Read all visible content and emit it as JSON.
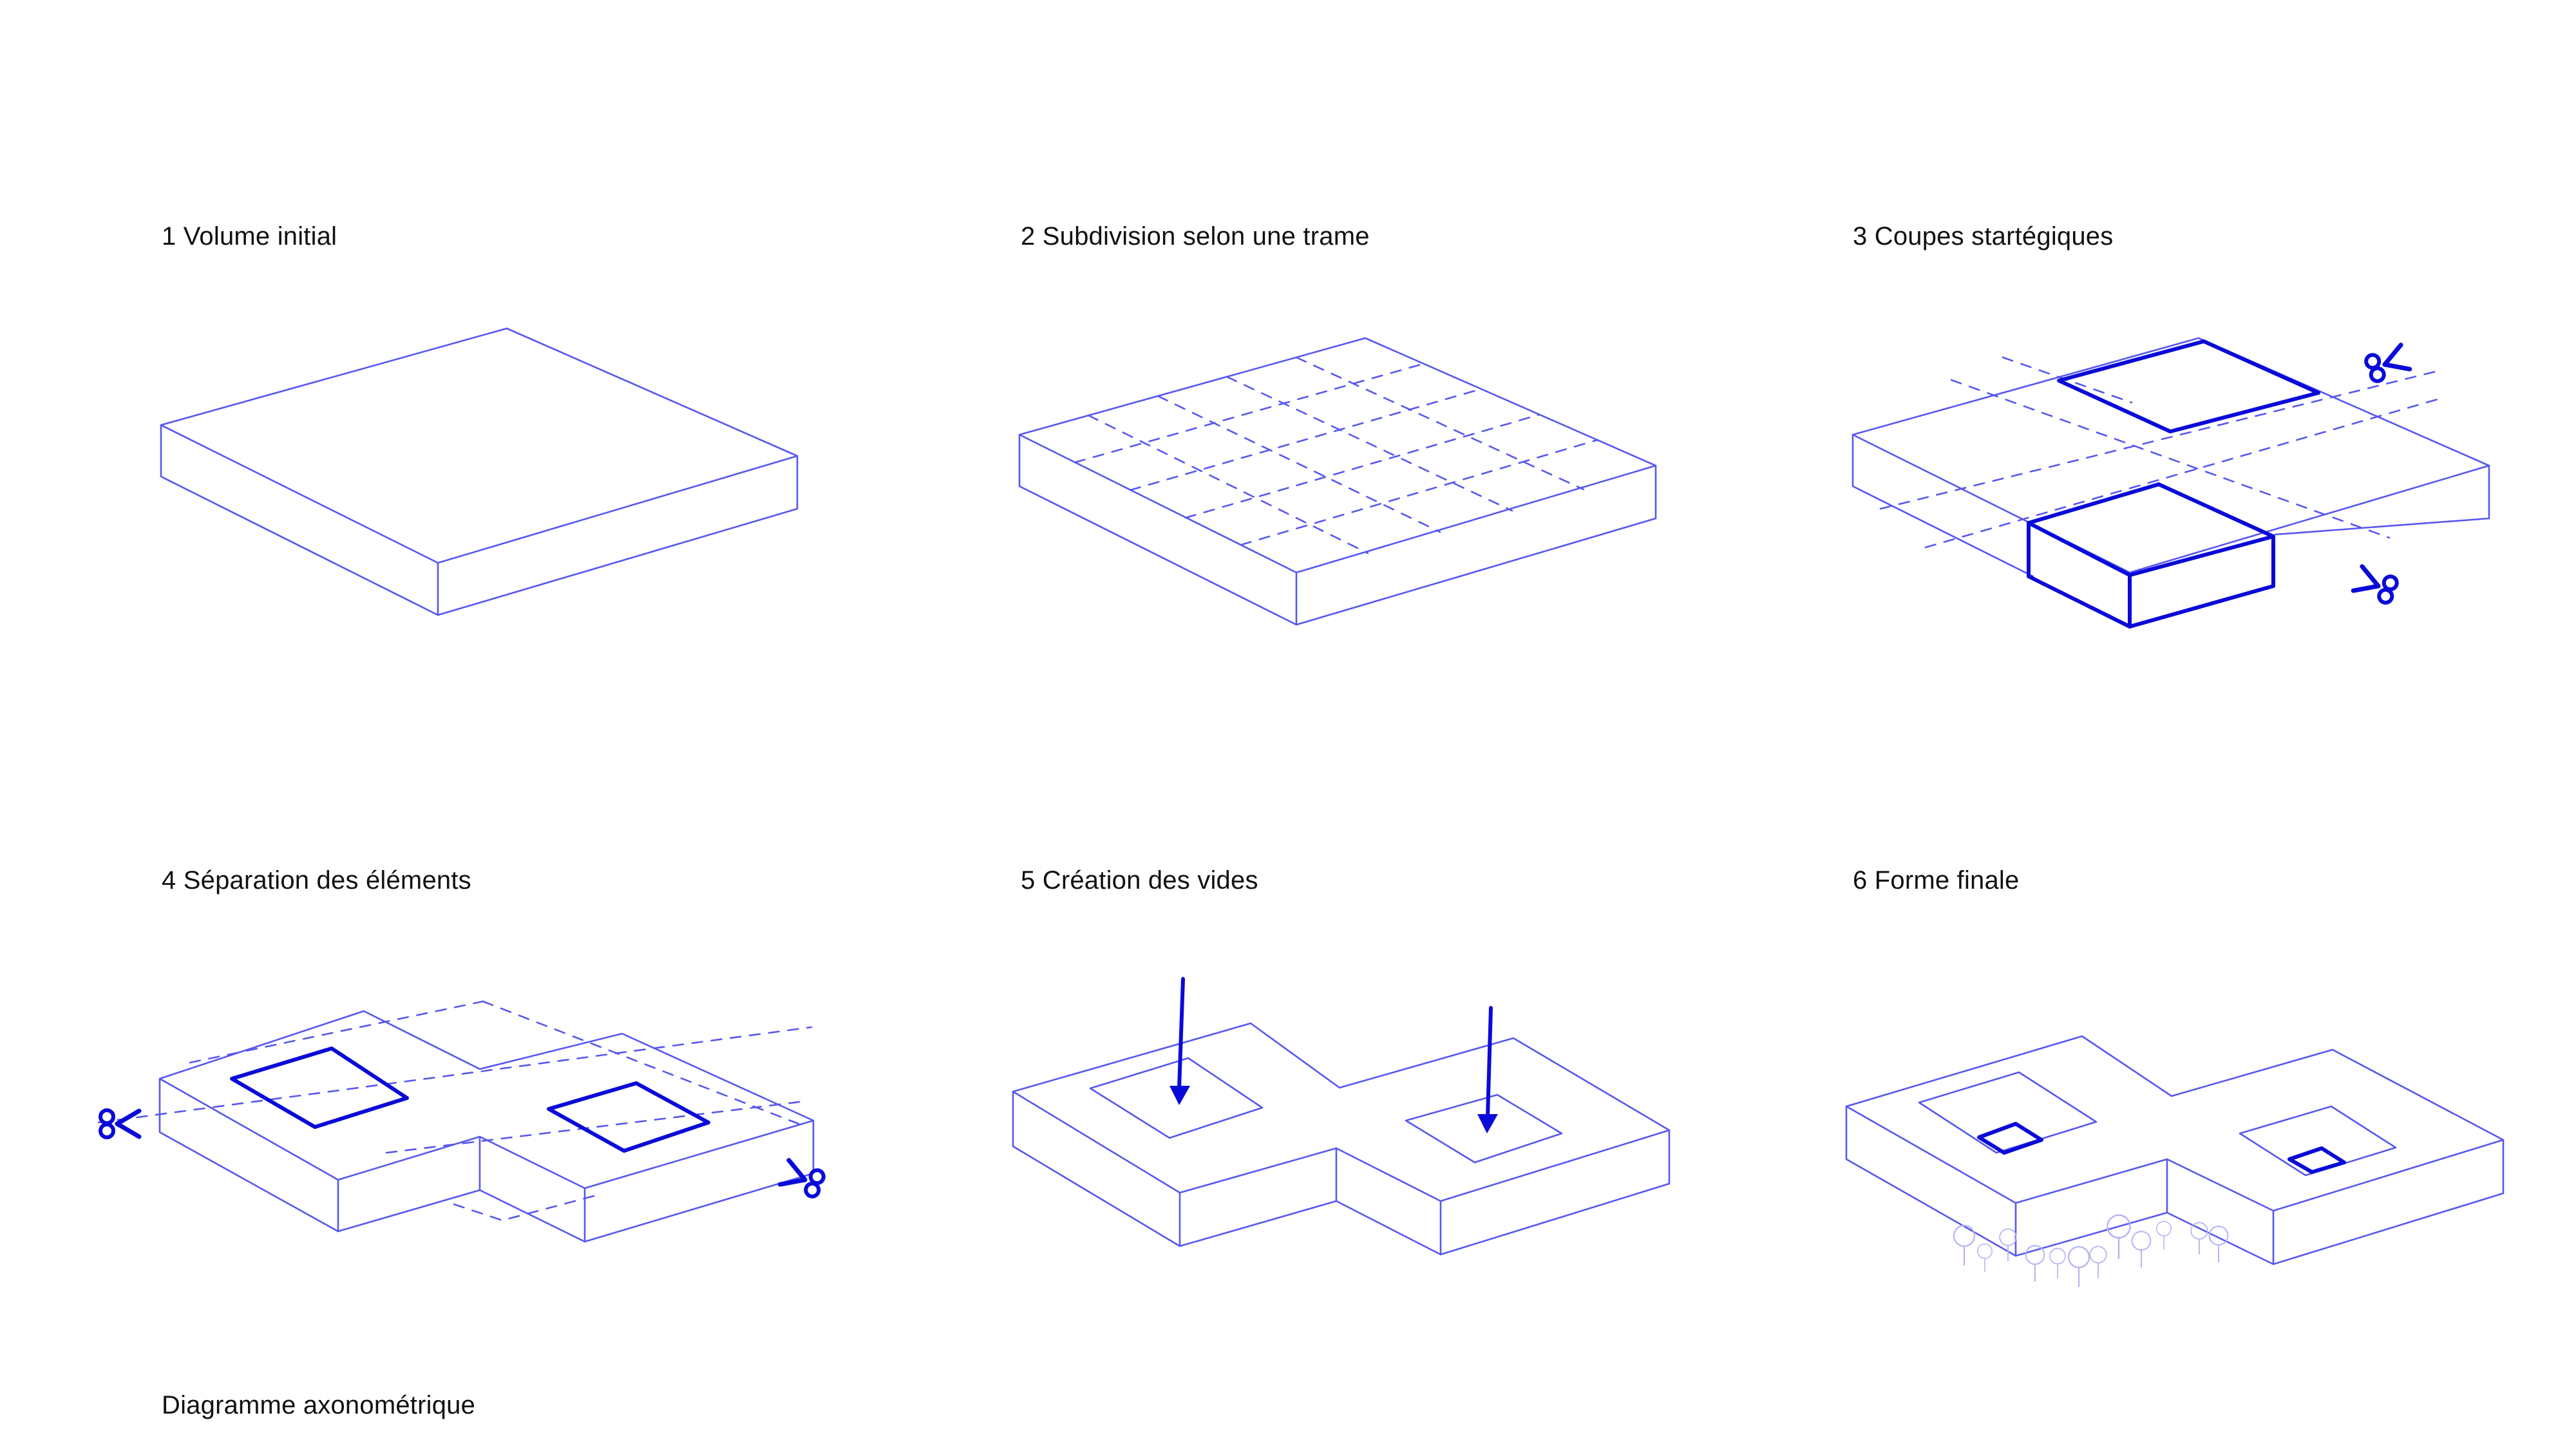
{
  "steps": [
    {
      "label": "1 Volume initial"
    },
    {
      "label": "2 Subdivision selon une trame"
    },
    {
      "label": "3 Coupes startégiques"
    },
    {
      "label": "4 Séparation des éléments"
    },
    {
      "label": "5 Création des vides"
    },
    {
      "label": "6 Forme finale"
    }
  ],
  "caption": "Diagramme axonométrique",
  "colors": {
    "line": "#5757f0",
    "accent": "#0a0ad8",
    "tree": "#b3b3f5"
  },
  "icons": [
    "scissors-icon",
    "down-arrow-icon",
    "tree-icon"
  ]
}
